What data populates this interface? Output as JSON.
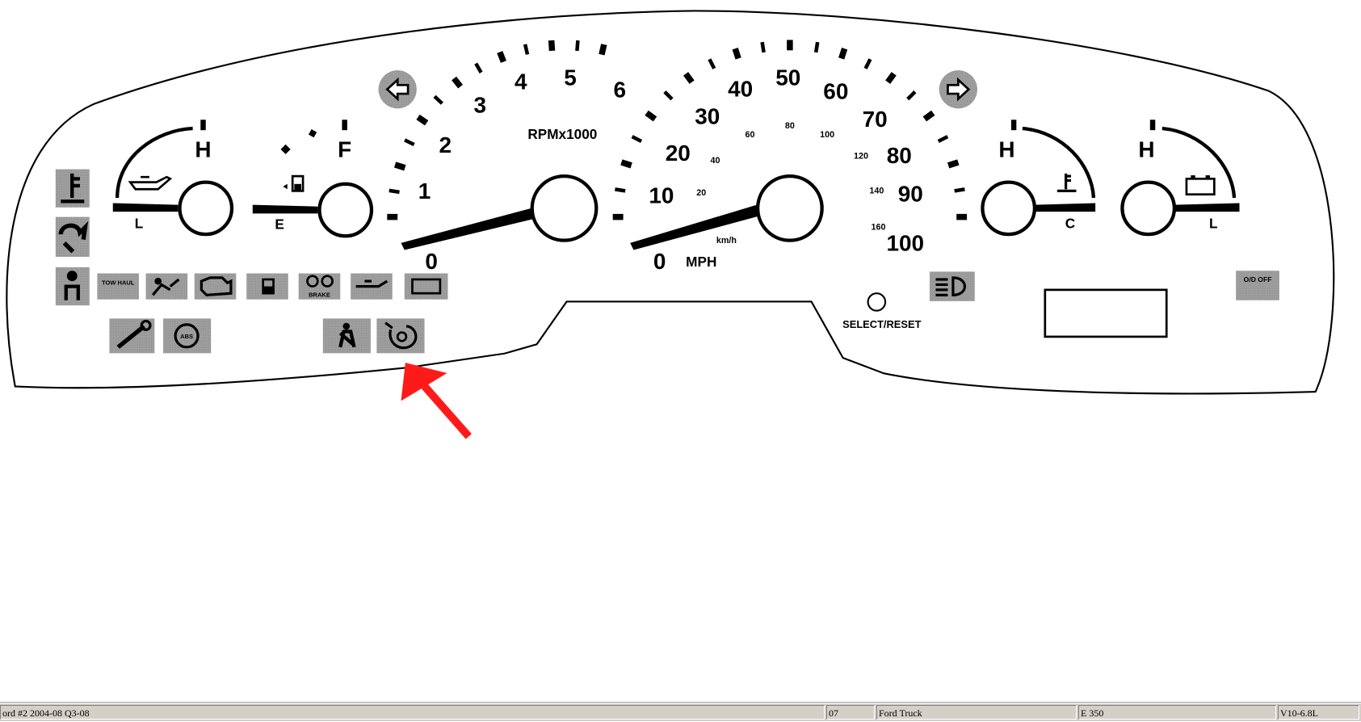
{
  "cluster": {
    "tachometer": {
      "unit_label": "RPMx1000",
      "labels": [
        "0",
        "1",
        "2",
        "3",
        "4",
        "5",
        "6"
      ]
    },
    "speedometer": {
      "unit_label": "MPH",
      "kmh_label": "km/h",
      "mph_labels": [
        "0",
        "10",
        "20",
        "30",
        "40",
        "50",
        "60",
        "70",
        "80",
        "90",
        "100"
      ],
      "kmh_labels": [
        "20",
        "40",
        "60",
        "80",
        "100",
        "120",
        "140",
        "160"
      ]
    },
    "oil_gauge": {
      "high": "H",
      "low": "L"
    },
    "fuel_gauge": {
      "full": "F",
      "empty": "E"
    },
    "temp_gauge": {
      "high": "H",
      "low": "C"
    },
    "battery_gauge": {
      "high": "H",
      "low": "L"
    },
    "select_reset_label": "SELECT/RESET",
    "indicators": {
      "tow_haul": "TOW HAUL",
      "brake": "BRAKE",
      "abs": "ABS",
      "od_off": "O/D OFF"
    }
  },
  "status_bar": {
    "fields": [
      "ord #2 2004-08 Q3-08",
      "07",
      "Ford Truck",
      "E 350",
      "V10-6.8L"
    ]
  },
  "colors": {
    "arrow": "#ff1a1a",
    "indicator_bg": "#a9a9a9",
    "statusbar": "#d4d0c8"
  }
}
